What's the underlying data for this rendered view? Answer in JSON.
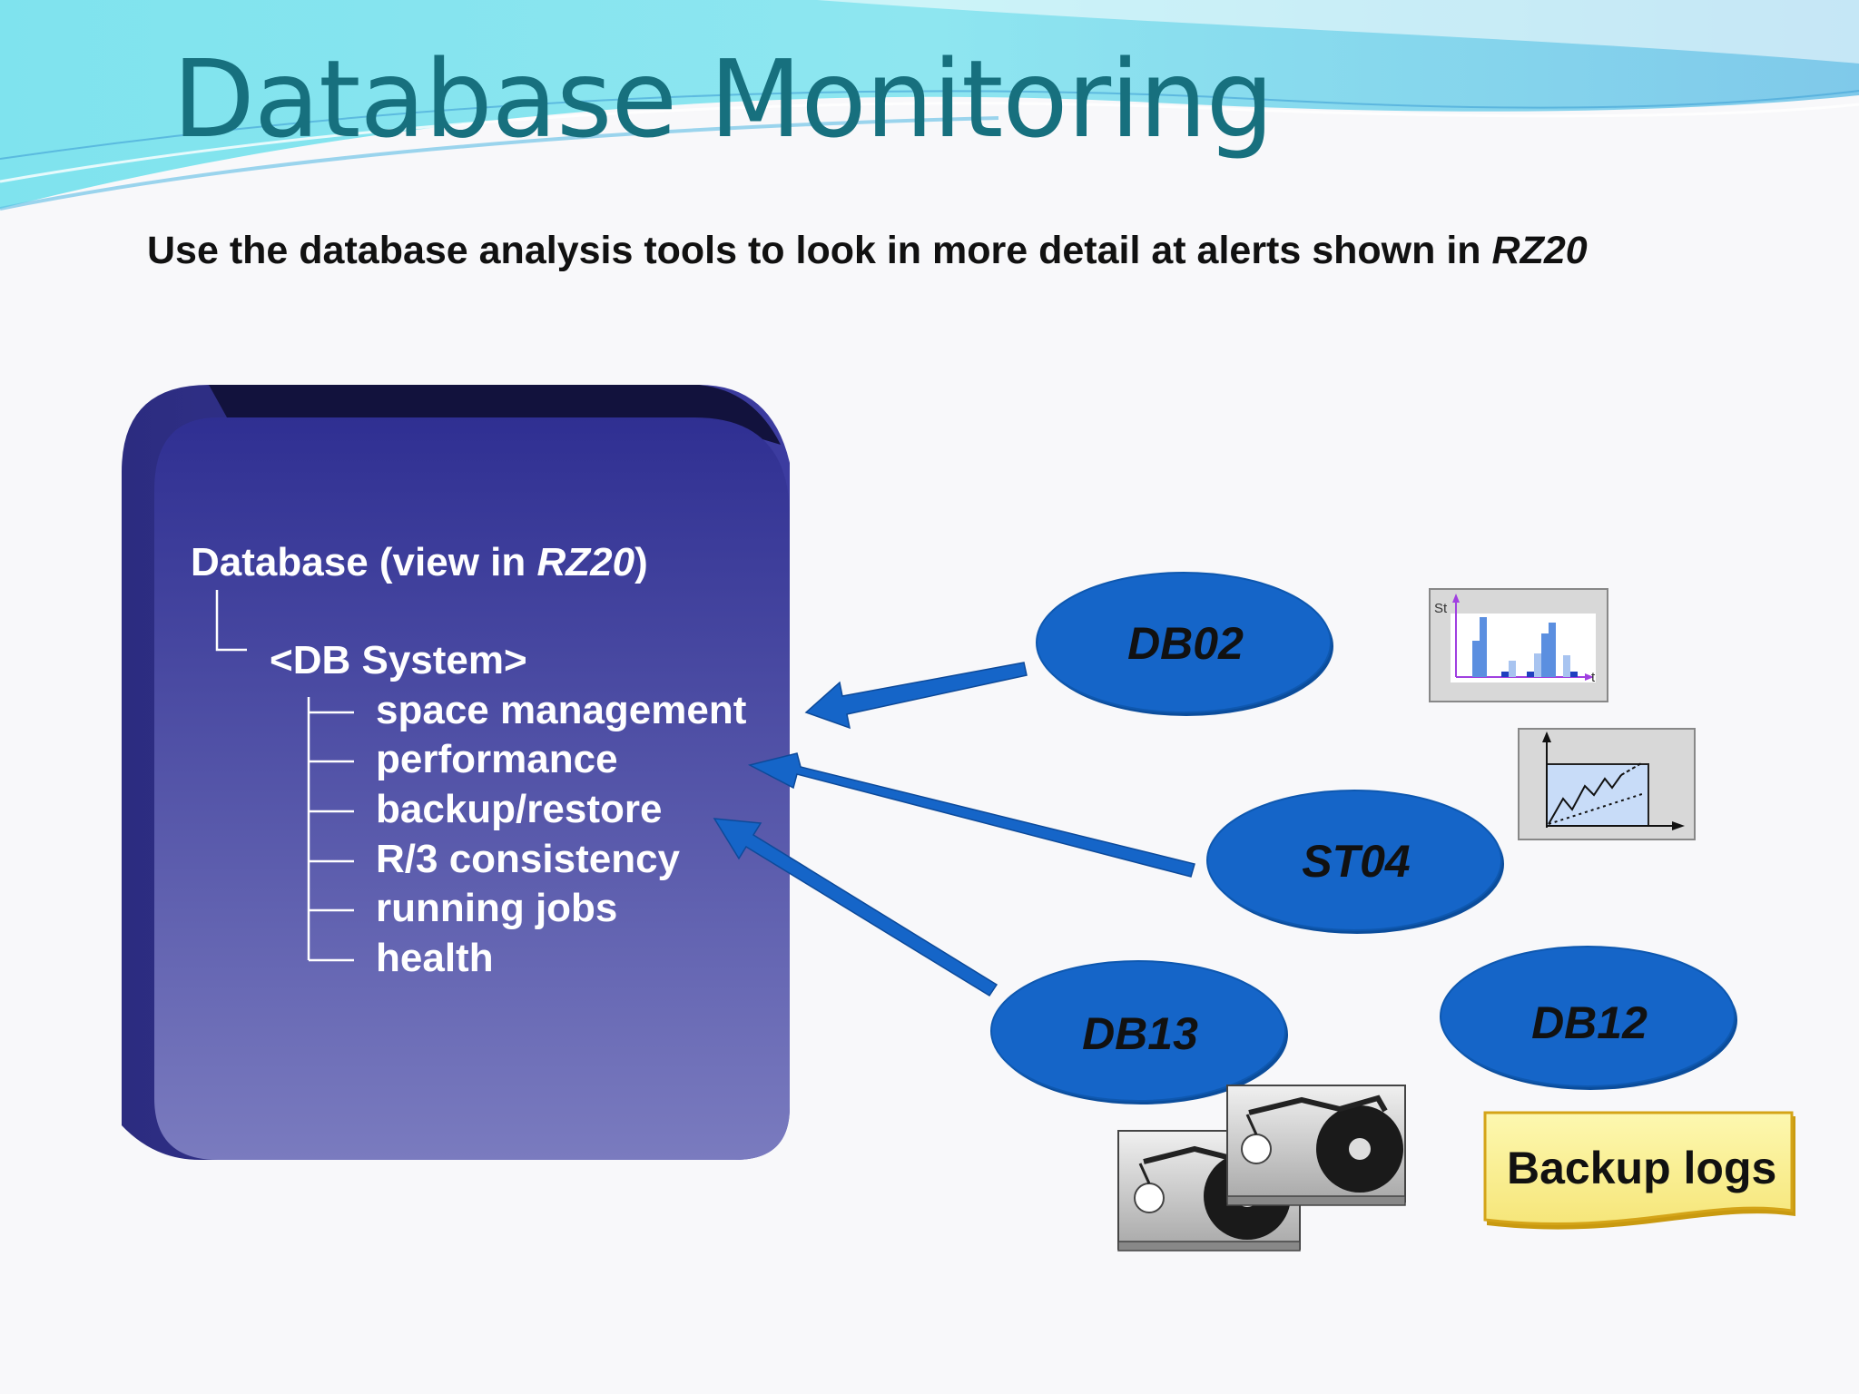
{
  "slide": {
    "title": "Database Monitoring",
    "subtitle_prefix": "Use the database analysis tools to look in more detail at alerts shown in ",
    "subtitle_italic": "RZ20"
  },
  "tree": {
    "root_prefix": "Database  (view in ",
    "root_italic": "RZ20",
    "root_suffix": ")",
    "system": "<DB System>",
    "items": [
      "space management",
      "performance",
      "backup/restore",
      "R/3 consistency",
      "running jobs",
      "health"
    ]
  },
  "tools": {
    "db02": "DB02",
    "st04": "ST04",
    "db13": "DB13",
    "db12": "DB12"
  },
  "backup_logs": "Backup logs",
  "chart_icon": {
    "y_label": "St",
    "x_label": "t"
  },
  "colors": {
    "title": "#17707e",
    "panel_top": "#2f2f92",
    "panel_bottom": "#7a7bbf",
    "oval": "#1565c8",
    "arrow": "#1565c8",
    "note": "#fcf59a"
  }
}
